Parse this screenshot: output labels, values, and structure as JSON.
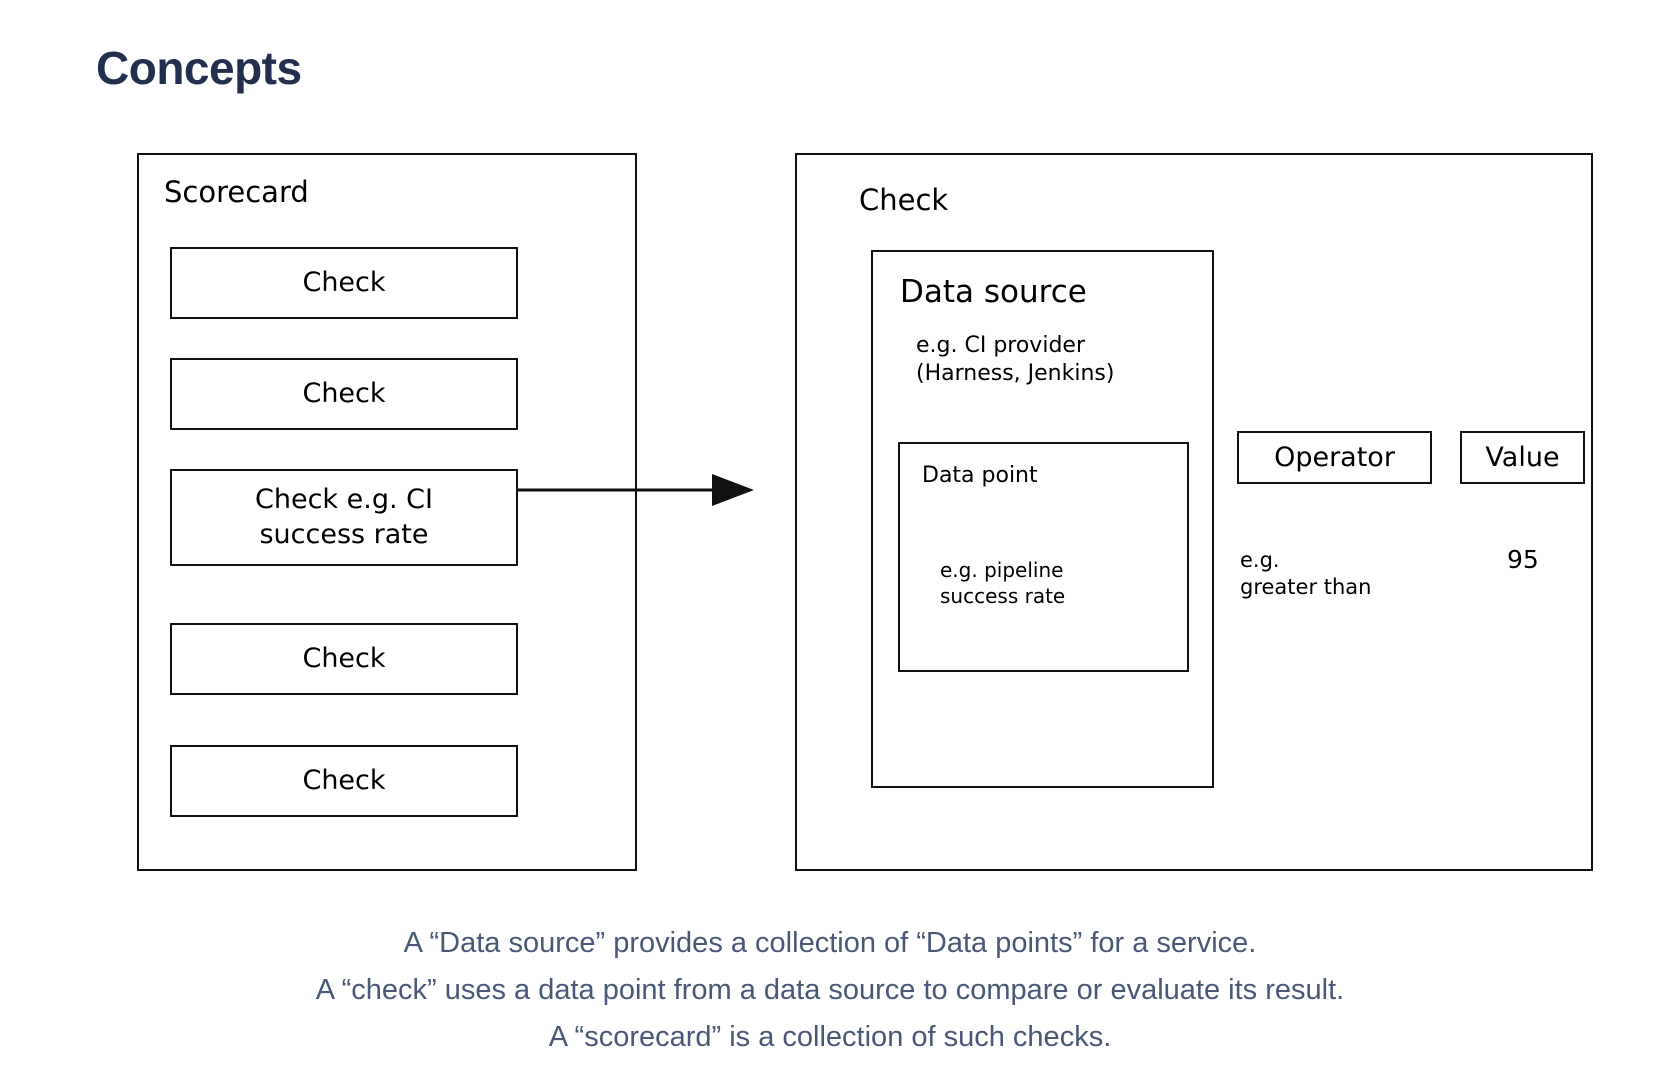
{
  "page": {
    "title": "Concepts",
    "title_color": "#22304e",
    "background": "#ffffff",
    "stroke_color": "#111111"
  },
  "diagram": {
    "scorecard": {
      "title": "Scorecard",
      "checks": [
        {
          "label": "Check"
        },
        {
          "label": "Check"
        },
        {
          "label": "Check e.g. CI\nsuccess rate"
        },
        {
          "label": "Check"
        },
        {
          "label": "Check"
        }
      ]
    },
    "connector": {
      "icon": "arrow-right-icon",
      "from": "scorecard-check-3",
      "to": "check-panel"
    },
    "check": {
      "title": "Check",
      "data_source": {
        "title": "Data source",
        "note": "e.g. CI provider\n(Harness, Jenkins)",
        "data_point": {
          "title": "Data point",
          "note": "e.g. pipeline\nsuccess rate"
        }
      },
      "operator": {
        "label": "Operator",
        "note": "e.g.\ngreater than"
      },
      "value": {
        "label": "Value",
        "note": "95"
      }
    }
  },
  "caption": {
    "color": "#4a5878",
    "lines": [
      "A “Data source” provides a collection of “Data points” for a service.",
      "A “check” uses a data point from a data source to compare or evaluate its result.",
      "A “scorecard” is a collection of such checks."
    ]
  }
}
